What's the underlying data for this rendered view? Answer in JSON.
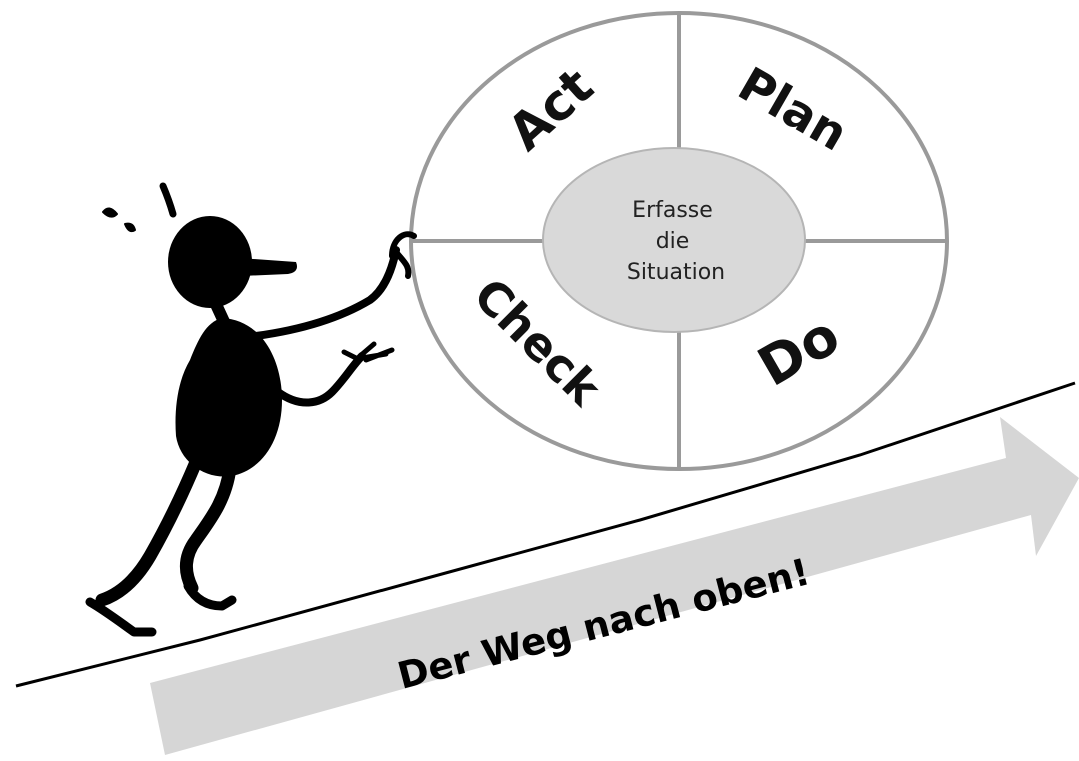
{
  "cycle": {
    "quadrants": {
      "act": "Act",
      "plan": "Plan",
      "check": "Check",
      "do": "Do"
    },
    "center": {
      "line1": "Erfasse",
      "line2": "die",
      "line3": "Situation"
    }
  },
  "arrow": {
    "label": "Der Weg nach oben!"
  },
  "colors": {
    "ring_stroke": "#9a9a9a",
    "center_fill": "#d9d9d9",
    "arrow_fill": "#d6d6d6",
    "figure": "#000000",
    "slope": "#000000"
  }
}
